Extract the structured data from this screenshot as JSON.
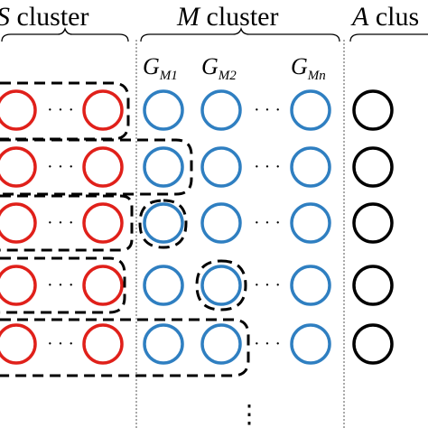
{
  "headers": {
    "s": {
      "letter": "S",
      "word": "cluster"
    },
    "m": {
      "letter": "M",
      "word": "cluster"
    },
    "a": {
      "letter": "A",
      "word": "clus"
    }
  },
  "group_labels": [
    {
      "base": "G",
      "sub": "M1"
    },
    {
      "base": "G",
      "sub": "M2"
    },
    {
      "base": "G",
      "sub": "Mn"
    }
  ],
  "ellipsis": "· · ·",
  "vertical_ellipsis": "⋮",
  "colors": {
    "s_node": "#e0201a",
    "m_node": "#2f7fc1",
    "a_node": "#000000",
    "grouping": "#000000",
    "divider": "#555555"
  }
}
